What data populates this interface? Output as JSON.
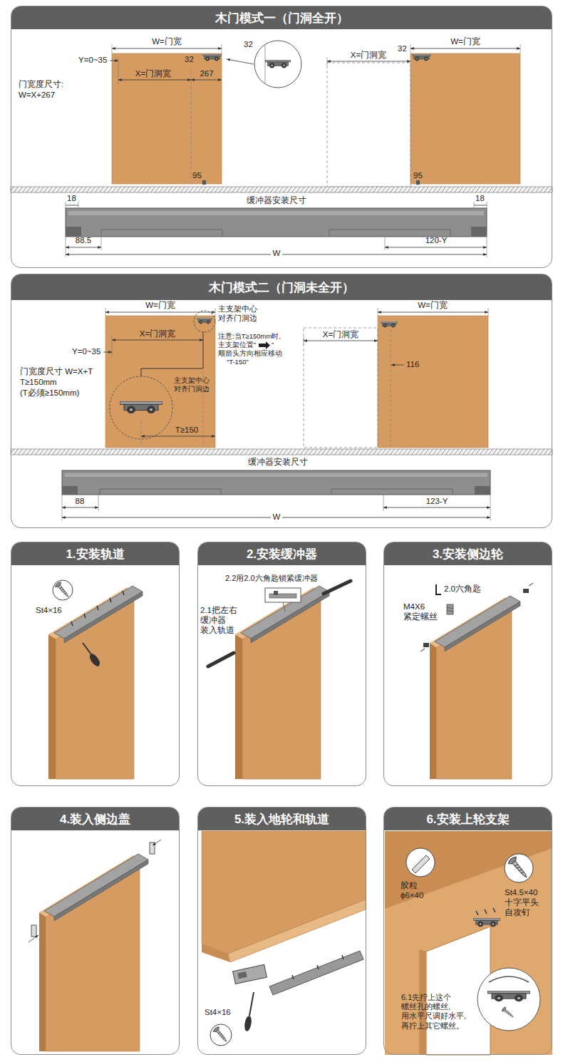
{
  "diagram": {
    "nodes": [
      {
        "text": [
          "木门模式一（门洞全开）"
        ]
      },
      {
        "text": [
          "木门模式二（门洞未全开）"
        ]
      },
      {
        "text": [
          "1.安装轨道"
        ]
      },
      {
        "text": [
          "2.安装缓冲器"
        ]
      },
      {
        "text": [
          "3.安装侧边轮"
        ]
      },
      {
        "text": [
          "4.装入侧边盖"
        ]
      },
      {
        "text": [
          "5.装入地轮和轨道"
        ]
      },
      {
        "text": [
          "6.安装上轮支架"
        ]
      }
    ],
    "labels": [
      "W=门宽",
      "Y=0~35",
      "32",
      "X=门洞宽",
      "267",
      "门宽度尺寸:",
      "W=X+267",
      "95",
      "32",
      "X=门洞宽",
      "32",
      "W=门宽",
      "95",
      "18",
      "缓冲器安装尺寸",
      "18",
      "88.5",
      "120-Y",
      "W",
      "W=门宽",
      "主支架中心 对齐门洞边",
      "X=门洞宽",
      "注意:当T≥150mm时,",
      "主支架位置”",
      "”",
      "顺箭头方向相应移动",
      "“T-150”",
      "Y=0~35",
      "门宽度尺寸 W=X+T",
      "T≥150mm",
      "(T必须≥150mm)",
      "主支架中心 对齐门洞边",
      "T≥150",
      "X=门洞宽",
      "W=门宽",
      "116",
      "缓冲器安装尺寸",
      "88",
      "123-Y",
      "W",
      "St4×16",
      "2.2用2.0六角匙锁紧缓冲器",
      "2.1把左右 缓冲器 装入轨道",
      "2.0六角匙",
      "M4X6 紧定螺丝",
      "St4×16",
      "胶粒 ϕ6×40",
      "St4.5×40 十字平头 自攻钉",
      "6.1先拧上这个 螺丝孔的螺丝, 用水平尺调好水平, 再拧上其它螺丝。"
    ]
  }
}
